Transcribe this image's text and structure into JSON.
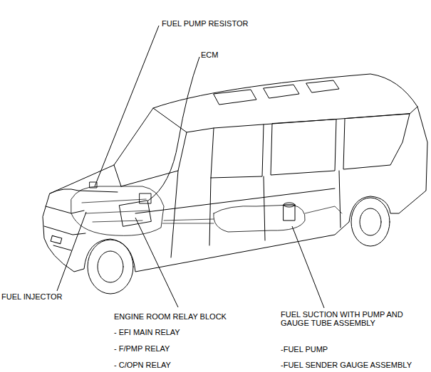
{
  "diagram": {
    "labels": [
      "FUEL PUMP RESISTOR",
      "ECM",
      "FUEL INJECTOR",
      "ENGINE ROOM RELAY BLOCK",
      "- EFI MAIN RELAY",
      "- F/PMP RELAY",
      "- C/OPN RELAY",
      "FUEL SUCTION WITH PUMP AND GAUGE TUBE ASSEMBLY",
      "-FUEL PUMP",
      "-FUEL SENDER GAUGE ASSEMBLY"
    ]
  }
}
